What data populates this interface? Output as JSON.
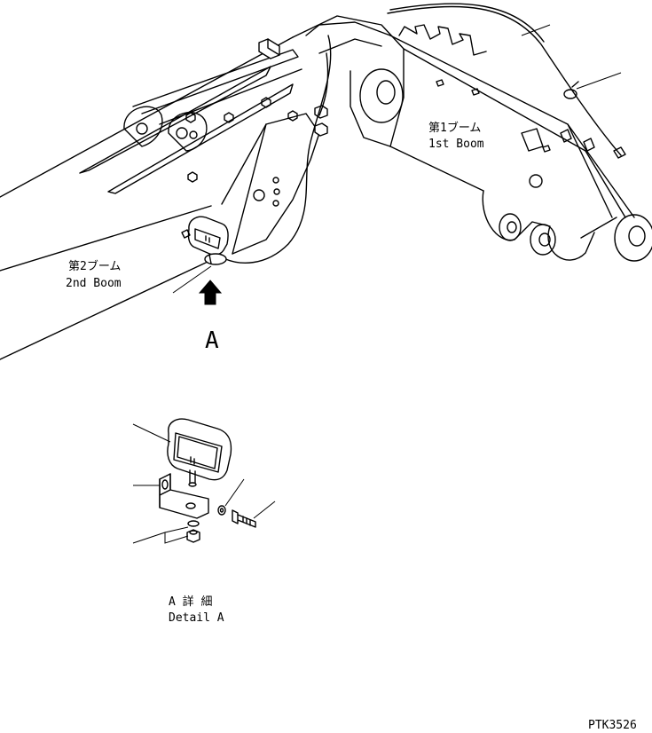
{
  "labels": {
    "boom1_jp": "第1ブーム",
    "boom1_en": "1st Boom",
    "boom2_jp": "第2ブーム",
    "boom2_en": "2nd Boom",
    "view_letter": "A",
    "detail_jp": "A 詳 細",
    "detail_en": "Detail A",
    "drawing_code": "PTK3526"
  }
}
